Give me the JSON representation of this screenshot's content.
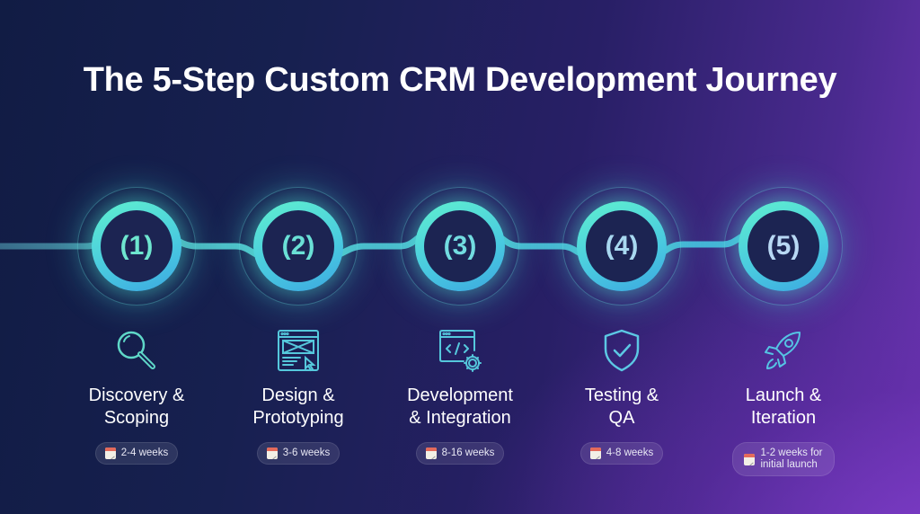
{
  "title": "The 5-Step Custom CRM Development Journey",
  "colors": {
    "accent_teal": "#5ff0cf",
    "accent_cyan": "#49c9e0",
    "node_core": "#1c2452",
    "bg_dark": "#111c44",
    "bg_purple": "#6a34b0"
  },
  "steps": [
    {
      "number": "(1)",
      "icon": "magnifying-glass-icon",
      "title_line1": "Discovery &",
      "title_line2": "Scoping",
      "duration": "2-4 weeks",
      "duration_line2": ""
    },
    {
      "number": "(2)",
      "icon": "wireframe-browser-icon",
      "title_line1": "Design &",
      "title_line2": "Prototyping",
      "duration": "3-6 weeks",
      "duration_line2": ""
    },
    {
      "number": "(3)",
      "icon": "code-gear-icon",
      "title_line1": "Development",
      "title_line2": "& Integration",
      "duration": "8-16 weeks",
      "duration_line2": ""
    },
    {
      "number": "(4)",
      "icon": "shield-check-icon",
      "title_line1": "Testing &",
      "title_line2": "QA",
      "duration": "4-8 weeks",
      "duration_line2": ""
    },
    {
      "number": "(5)",
      "icon": "rocket-icon",
      "title_line1": "Launch &",
      "title_line2": "Iteration",
      "duration": "1-2 weeks for",
      "duration_line2": "initial launch"
    }
  ]
}
